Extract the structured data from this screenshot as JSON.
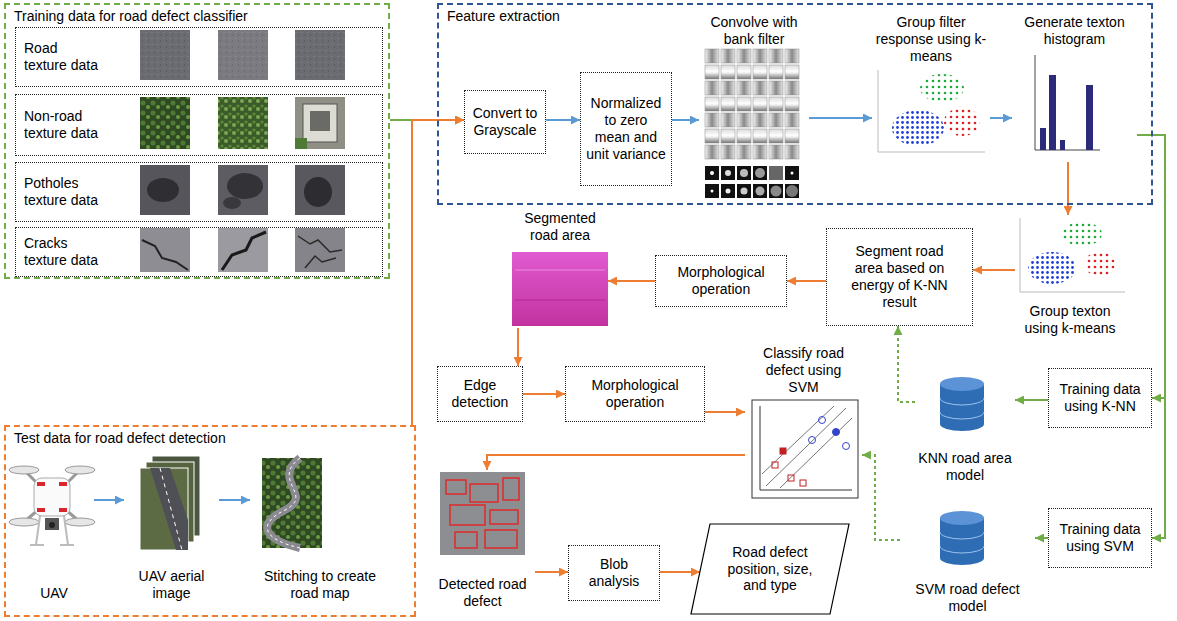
{
  "diagram": {
    "nodes": [
      {
        "text": [
          "Training data for road defect classifier"
        ]
      },
      {
        "text": [
          "Road texture data"
        ],
        "in": 0
      },
      {
        "text": [
          "Non-road texture data"
        ],
        "in": 0
      },
      {
        "text": [
          "Potholes texture data"
        ],
        "in": 0
      },
      {
        "text": [
          "Cracks texture data"
        ],
        "in": 0
      },
      {
        "text": [
          "Test data for road defect detection"
        ]
      },
      {
        "text": [
          "UAV"
        ],
        "in": 5
      },
      {
        "text": [
          "UAV aerial image"
        ],
        "in": 5
      },
      {
        "text": [
          "Stitching to create road map"
        ],
        "in": 5
      },
      {
        "text": [
          "Feature extraction"
        ]
      },
      {
        "text": [
          "Convert to Grayscale"
        ],
        "in": 9
      },
      {
        "text": [
          "Normalized to zero mean and unit variance"
        ],
        "in": 9
      },
      {
        "text": [
          "Convolve with bank filter"
        ],
        "in": 9
      },
      {
        "text": [
          "Group filter response using k-means"
        ],
        "in": 9
      },
      {
        "text": [
          "Generate texton histogram"
        ],
        "in": 9
      },
      {
        "text": [
          "Group texton using k-means"
        ]
      },
      {
        "text": [
          "Segment road area based on energy of K-NN result"
        ]
      },
      {
        "text": [
          "Morphological operation"
        ]
      },
      {
        "text": [
          "Segmented road area"
        ]
      },
      {
        "text": [
          "Edge detection"
        ]
      },
      {
        "text": [
          "Morphological operation"
        ]
      },
      {
        "text": [
          "Classify road defect using SVM"
        ]
      },
      {
        "text": [
          "KNN road area model"
        ]
      },
      {
        "text": [
          "Training data using K-NN"
        ]
      },
      {
        "text": [
          "SVM road defect model"
        ]
      },
      {
        "text": [
          "Training data using SVM"
        ]
      },
      {
        "text": [
          "Detected road defect"
        ]
      },
      {
        "text": [
          "Blob analysis"
        ]
      },
      {
        "text": [
          "Road defect position, size, and type"
        ]
      }
    ],
    "edges": [
      {
        "from": 0,
        "to": 10,
        "arrow": "to"
      },
      {
        "from": 5,
        "to": 10,
        "arrow": "to"
      },
      {
        "from": 6,
        "to": 7,
        "arrow": "to"
      },
      {
        "from": 7,
        "to": 8,
        "arrow": "to"
      },
      {
        "from": 10,
        "to": 11,
        "arrow": "to"
      },
      {
        "from": 11,
        "to": 12,
        "arrow": "to"
      },
      {
        "from": 12,
        "to": 13,
        "arrow": "to"
      },
      {
        "from": 13,
        "to": 14,
        "arrow": "to"
      },
      {
        "from": 14,
        "to": 15,
        "arrow": "to"
      },
      {
        "from": 14,
        "to": 23,
        "arrow": "to"
      },
      {
        "from": 14,
        "to": 25,
        "arrow": "to"
      },
      {
        "from": 15,
        "to": 16,
        "arrow": "to"
      },
      {
        "from": 16,
        "to": 17,
        "arrow": "to"
      },
      {
        "from": 17,
        "to": 18,
        "arrow": "to"
      },
      {
        "from": 18,
        "to": 19,
        "arrow": "to"
      },
      {
        "from": 19,
        "to": 20,
        "arrow": "to"
      },
      {
        "from": 20,
        "to": 21,
        "arrow": "to"
      },
      {
        "from": 23,
        "to": 22,
        "arrow": "to"
      },
      {
        "from": 25,
        "to": 24,
        "arrow": "to"
      },
      {
        "from": 22,
        "to": 16,
        "arrow": "to"
      },
      {
        "from": 24,
        "to": 21,
        "arrow": "to"
      },
      {
        "from": 21,
        "to": 26,
        "arrow": "to"
      },
      {
        "from": 26,
        "to": 27,
        "arrow": "to"
      },
      {
        "from": 27,
        "to": 28,
        "arrow": "to"
      }
    ]
  }
}
